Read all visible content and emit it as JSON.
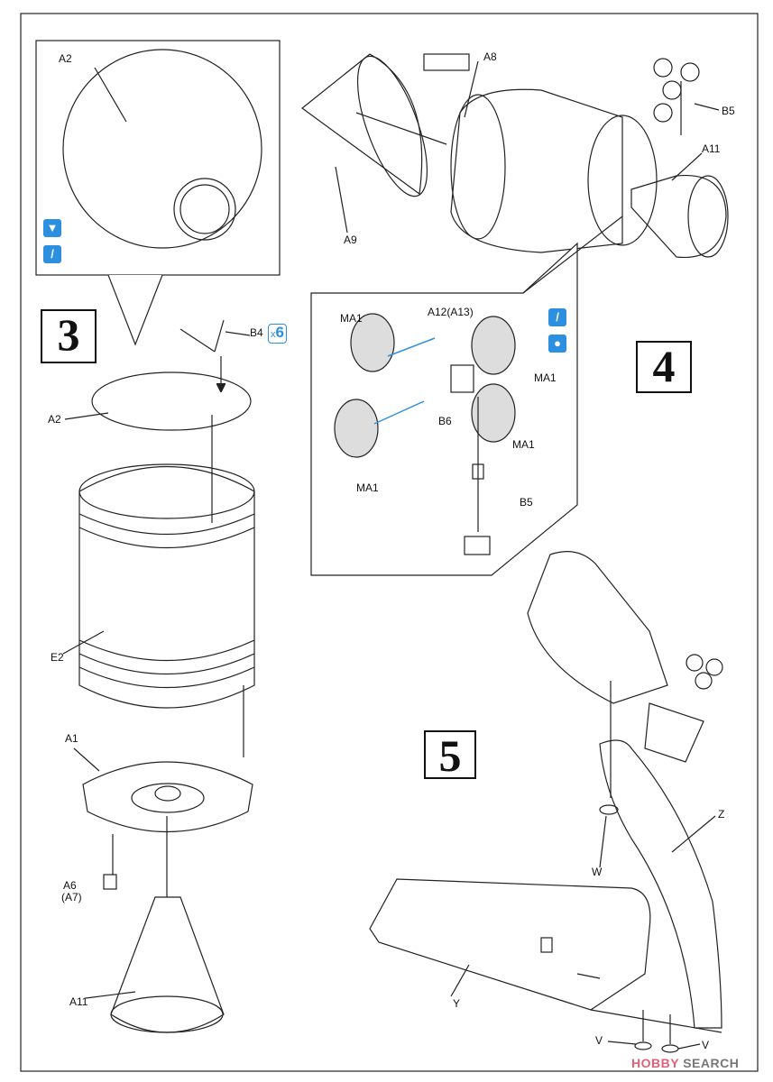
{
  "steps": {
    "s3": "3",
    "s4": "4",
    "s5": "5"
  },
  "step3": {
    "detail_label": "A2",
    "b4": "B4",
    "b4_qty_prefix": "x",
    "b4_qty": "6",
    "a2": "A2",
    "e2": "E2",
    "a1": "A1",
    "a6": "A6",
    "a7": "(A7)",
    "a11": "A11"
  },
  "step4": {
    "a8": "A8",
    "b5": "B5",
    "a11": "A11",
    "a9": "A9",
    "detail": {
      "ma1_a": "MA1",
      "a12": "A12(A13)",
      "ma1_b": "MA1",
      "ma1_c": "MA1",
      "b6": "B6",
      "ma1_d": "MA1",
      "b5": "B5"
    }
  },
  "step5": {
    "z": "Z",
    "w": "W",
    "y": "Y",
    "v1": "V",
    "v2": "V"
  },
  "icons": [
    "cement-icon",
    "paint-icon",
    "paint-icon",
    "drop-icon"
  ],
  "watermark": {
    "part1": "HOBBY",
    "part2": "SEARCH"
  },
  "colors": {
    "accent": "#2d8fe0",
    "watermark_red": "#e0607a"
  }
}
